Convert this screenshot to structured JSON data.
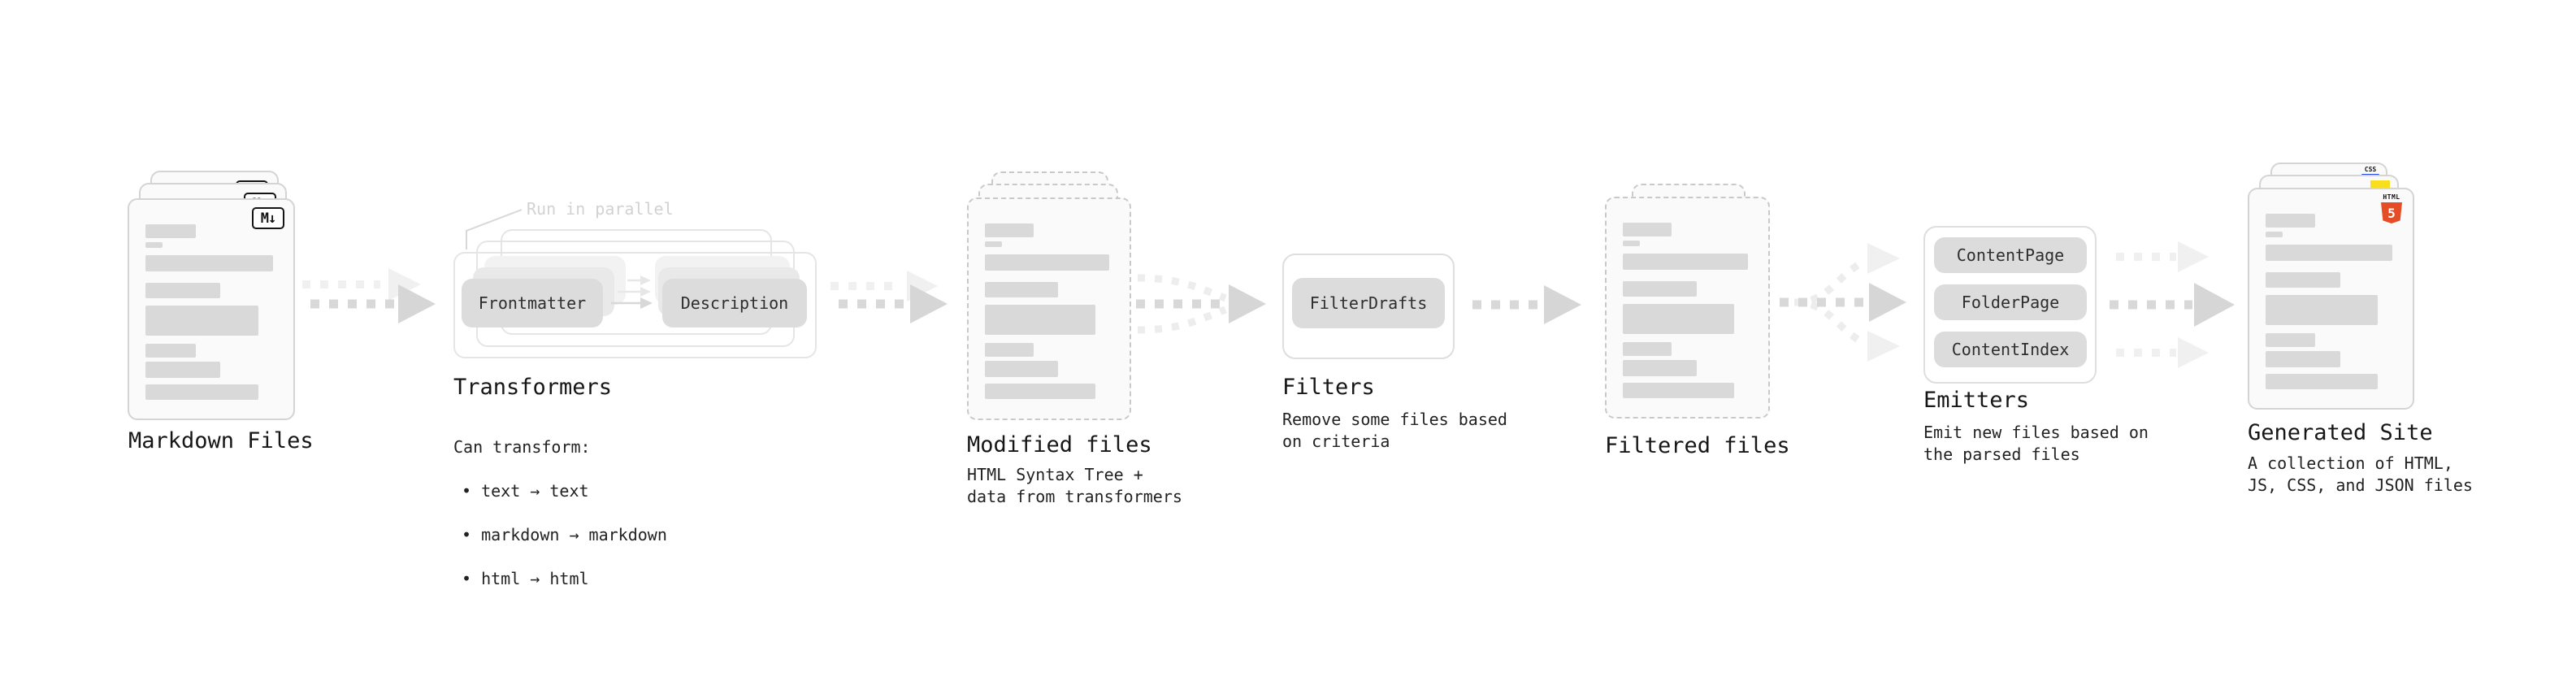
{
  "stages": {
    "markdown_files": {
      "title": "Markdown Files",
      "badge_glyph": "M↓"
    },
    "transformers": {
      "title": "Transformers",
      "annotation": "Run in parallel",
      "source_chip": "Frontmatter",
      "target_chip": "Description",
      "description_heading": "Can transform:",
      "bullets": [
        "• text → text",
        "• markdown → markdown",
        "• html → html"
      ]
    },
    "modified_files": {
      "title": "Modified files",
      "description": "HTML Syntax Tree +\ndata from transformers"
    },
    "filters": {
      "title": "Filters",
      "chip": "FilterDrafts",
      "description": "Remove some files based\non criteria"
    },
    "filtered_files": {
      "title": "Filtered files"
    },
    "emitters": {
      "title": "Emitters",
      "chips": [
        "ContentPage",
        "FolderPage",
        "ContentIndex"
      ],
      "description": "Emit new files based on\nthe parsed files"
    },
    "generated_site": {
      "title": "Generated Site",
      "description": "A collection of HTML,\nJS, CSS, and JSON files",
      "badges": {
        "css_label": "CSS",
        "html_label": "HTML",
        "html_number": "5"
      }
    }
  },
  "colors": {
    "html5_orange": "#e44d26",
    "js_yellow": "#f7df1e",
    "css_blue": "#264de4",
    "placeholder_gray": "#d9d9d9"
  }
}
